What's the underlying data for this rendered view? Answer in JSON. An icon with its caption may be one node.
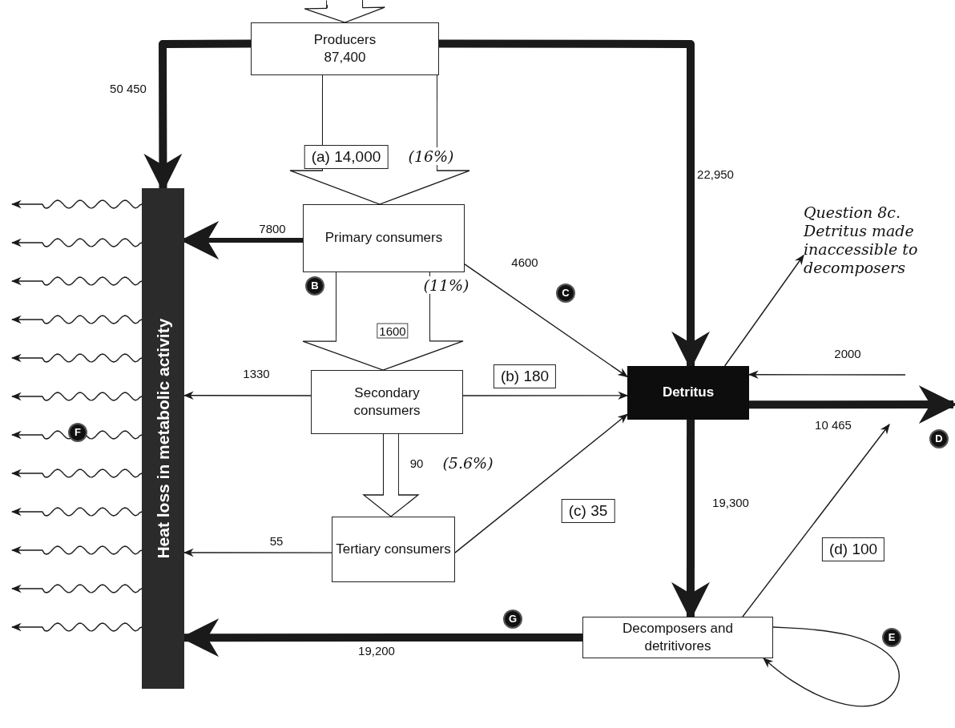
{
  "diagram": {
    "nodes": [
      {
        "text": [
          "Producers",
          "87,400"
        ]
      },
      {
        "text": [
          "Heat loss in metabolic activity"
        ]
      },
      {
        "text": [
          "Primary consumers"
        ]
      },
      {
        "text": [
          "Secondary consumers"
        ]
      },
      {
        "text": [
          "Tertiary consumers"
        ]
      },
      {
        "text": [
          "Detritus"
        ]
      },
      {
        "text": [
          "Decomposers and detritivores"
        ]
      },
      {
        "text": [
          "Question 8c. Detritus made inaccessible to decomposers"
        ]
      }
    ],
    "edges": [
      {
        "from": null,
        "to": 0,
        "arrow": "to"
      },
      {
        "from": 0,
        "to": 1,
        "arrow": "to",
        "label": "50 450",
        "style": "thick"
      },
      {
        "from": 0,
        "to": 5,
        "arrow": "to",
        "label": "22,950",
        "style": "thick"
      },
      {
        "from": 0,
        "to": 2,
        "arrow": "to",
        "label": "(a) 14,000"
      },
      {
        "from": 2,
        "to": 1,
        "arrow": "to",
        "label": "7800",
        "style": "thick"
      },
      {
        "from": 2,
        "to": 5,
        "arrow": "to",
        "label": "4600"
      },
      {
        "from": 2,
        "to": 3,
        "arrow": "to",
        "label": "1600"
      },
      {
        "from": 3,
        "to": 1,
        "arrow": "to",
        "label": "1330"
      },
      {
        "from": 3,
        "to": 5,
        "arrow": "to",
        "label": "(b) 180"
      },
      {
        "from": 3,
        "to": 4,
        "arrow": "to",
        "label": "90"
      },
      {
        "from": 4,
        "to": 1,
        "arrow": "to",
        "label": "55"
      },
      {
        "from": 4,
        "to": 5,
        "arrow": "to",
        "label": "(c) 35"
      },
      {
        "from": null,
        "to": 5,
        "arrow": "to",
        "label": "2000"
      },
      {
        "from": 5,
        "to": null,
        "arrow": "to",
        "label": "10 465",
        "style": "thick"
      },
      {
        "from": 5,
        "to": 6,
        "arrow": "to",
        "label": "19,300",
        "style": "thick"
      },
      {
        "from": 5,
        "to": 7,
        "arrow": "to"
      },
      {
        "from": 6,
        "to": null,
        "arrow": "to",
        "label": "(d) 100"
      },
      {
        "from": 6,
        "to": 1,
        "arrow": "to",
        "label": "19,200",
        "style": "thick"
      },
      {
        "from": 6,
        "to": 6,
        "arrow": "to"
      },
      {
        "from": 1,
        "to": null,
        "arrow": "to"
      },
      {
        "from": 1,
        "to": null,
        "arrow": "to"
      },
      {
        "from": 1,
        "to": null,
        "arrow": "to"
      },
      {
        "from": 1,
        "to": null,
        "arrow": "to"
      },
      {
        "from": 1,
        "to": null,
        "arrow": "to"
      },
      {
        "from": 1,
        "to": null,
        "arrow": "to"
      },
      {
        "from": 1,
        "to": null,
        "arrow": "to"
      },
      {
        "from": 1,
        "to": null,
        "arrow": "to"
      },
      {
        "from": 1,
        "to": null,
        "arrow": "to"
      },
      {
        "from": 1,
        "to": null,
        "arrow": "to"
      },
      {
        "from": 1,
        "to": null,
        "arrow": "to"
      },
      {
        "from": 1,
        "to": null,
        "arrow": "to"
      }
    ],
    "labels": [
      "(16%)",
      "B",
      "(11%)",
      "C",
      "D",
      "(5.6%)",
      "F",
      "G",
      "E"
    ]
  }
}
